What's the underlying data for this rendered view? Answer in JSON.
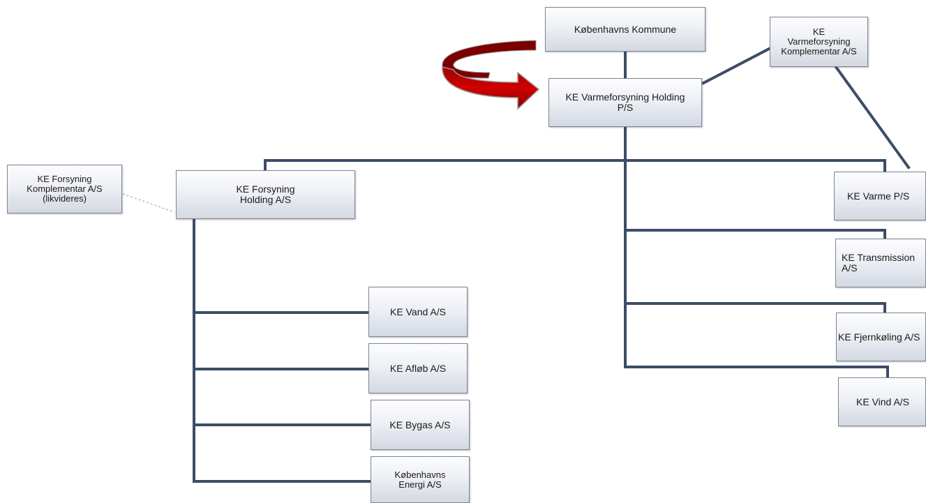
{
  "nodes": {
    "kobenhavns_kommune": "Københavns Kommune",
    "ke_varmeforsyning_komplementar": "KE\nVarmeforsyning\nKomplementar A/S",
    "ke_varmeforsyning_holding": "KE Varmeforsyning Holding\nP/S",
    "ke_forsyning_komplementar": "KE Forsyning\nKomplementar A/S\n(likvideres)",
    "ke_forsyning_holding": "KE Forsyning\nHolding A/S",
    "ke_vand": "KE Vand A/S",
    "ke_afloeb": "KE Afløb A/S",
    "ke_bygas": "KE Bygas A/S",
    "kobenhavns_energi": "Københavns\nEnergi A/S",
    "ke_varme": "KE Varme P/S",
    "ke_transmission": "KE Transmission\nA/S",
    "ke_fjernkoeling": "KE Fjernkøling A/S",
    "ke_vind": "KE Vind A/S"
  },
  "colors": {
    "connector": "#3d4c66",
    "arrow_fill": "#c00000",
    "arrow_dark": "#7a0000",
    "dotted_link": "#c8c8c8"
  }
}
